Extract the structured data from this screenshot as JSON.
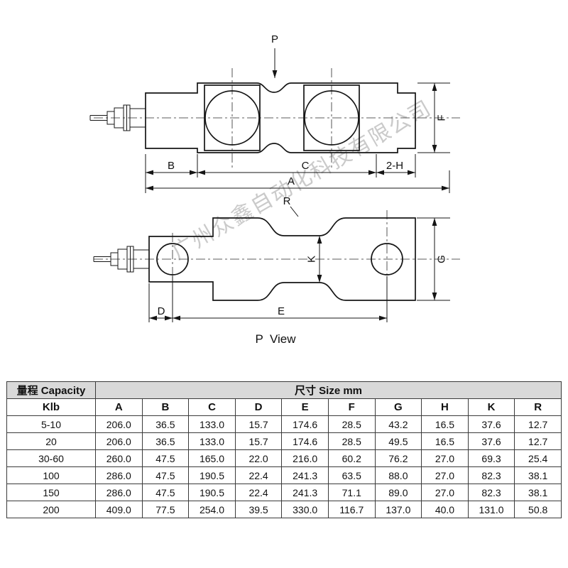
{
  "watermark": "广州众鑫自动化科技有限公司",
  "drawing": {
    "view_arrow_label": "P",
    "top_view": {
      "dim_f": "F",
      "dim_b": "B",
      "dim_c": "C",
      "dim_2h": "2-H",
      "dim_a": "A",
      "dim_r": "R"
    },
    "p_view": {
      "dim_k": "K",
      "dim_g": "G",
      "dim_d": "D",
      "dim_e": "E",
      "caption": "P  View"
    }
  },
  "table": {
    "header_capacity": "量程 Capacity",
    "header_size": "尺寸 Size mm",
    "unit_label": "Klb",
    "columns": [
      "A",
      "B",
      "C",
      "D",
      "E",
      "F",
      "G",
      "H",
      "K",
      "R"
    ],
    "rows": [
      {
        "capacity": "5-10",
        "values": [
          "206.0",
          "36.5",
          "133.0",
          "15.7",
          "174.6",
          "28.5",
          "43.2",
          "16.5",
          "37.6",
          "12.7"
        ]
      },
      {
        "capacity": "20",
        "values": [
          "206.0",
          "36.5",
          "133.0",
          "15.7",
          "174.6",
          "28.5",
          "49.5",
          "16.5",
          "37.6",
          "12.7"
        ]
      },
      {
        "capacity": "30-60",
        "values": [
          "260.0",
          "47.5",
          "165.0",
          "22.0",
          "216.0",
          "60.2",
          "76.2",
          "27.0",
          "69.3",
          "25.4"
        ]
      },
      {
        "capacity": "100",
        "values": [
          "286.0",
          "47.5",
          "190.5",
          "22.4",
          "241.3",
          "63.5",
          "88.0",
          "27.0",
          "82.3",
          "38.1"
        ]
      },
      {
        "capacity": "150",
        "values": [
          "286.0",
          "47.5",
          "190.5",
          "22.4",
          "241.3",
          "71.1",
          "89.0",
          "27.0",
          "82.3",
          "38.1"
        ]
      },
      {
        "capacity": "200",
        "values": [
          "409.0",
          "77.5",
          "254.0",
          "39.5",
          "330.0",
          "116.7",
          "137.0",
          "40.0",
          "131.0",
          "50.8"
        ]
      }
    ]
  }
}
